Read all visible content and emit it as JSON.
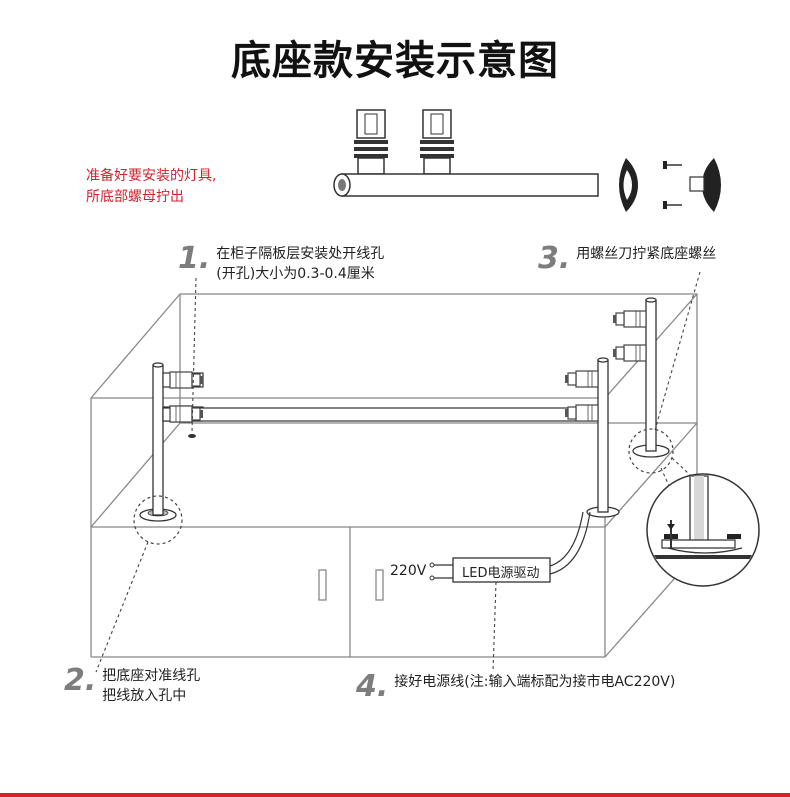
{
  "title": "底座款安装示意图",
  "prep_note": {
    "line1": "准备好要安装的灯具,",
    "line2": "所底部螺母拧出"
  },
  "steps": [
    {
      "num": "1.",
      "lines": [
        "在柜子隔板层安装处开线孔",
        "(开孔)大小为0.3-0.4厘米"
      ]
    },
    {
      "num": "2.",
      "lines": [
        "把底座对准线孔",
        "把线放入孔中"
      ]
    },
    {
      "num": "3.",
      "lines": [
        "用螺丝刀拧紧底座螺丝"
      ]
    },
    {
      "num": "4.",
      "lines": [
        "接好电源线(注:输入端标配为接市电AC220V)"
      ]
    }
  ],
  "driver": {
    "input_label": "220V",
    "box_label": "LED电源驱动"
  },
  "colors": {
    "accent": "#d0232e",
    "line": "#555555",
    "step_number": "#7d7d7d"
  }
}
